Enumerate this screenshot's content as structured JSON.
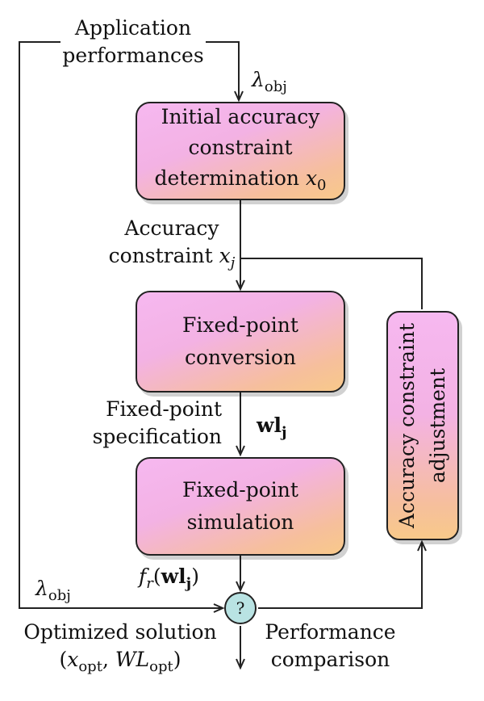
{
  "top_label": {
    "line1": "Application",
    "line2": "performances"
  },
  "lambda_obj": {
    "symbol": "λ",
    "sub": "obj"
  },
  "box_initial": {
    "line1": "Initial accuracy",
    "line2": "constraint",
    "line3": "determination",
    "var": "x",
    "var_sub": "0"
  },
  "label_constraint": {
    "line1": "Accuracy",
    "line2": "constraint",
    "var": "x",
    "var_sub": "j"
  },
  "box_conversion": {
    "line1": "Fixed-point",
    "line2": "conversion"
  },
  "label_spec": {
    "line1": "Fixed-point",
    "line2": "specification"
  },
  "wl": {
    "text": "wl",
    "sub": "j"
  },
  "box_simulation": {
    "line1": "Fixed-point",
    "line2": "simulation"
  },
  "fr": {
    "f": "f",
    "f_sub": "r",
    "open": "(",
    "wl": "wl",
    "wl_sub": "j",
    "close": ")"
  },
  "box_adjust": {
    "line1": "Accuracy constraint",
    "line2": "adjustment"
  },
  "decision": {
    "symbol": "?"
  },
  "optimized": {
    "line1": "Optimized solution",
    "open": "(",
    "x": "x",
    "x_sub": "opt",
    "comma": ",",
    "WL": "WL",
    "WL_sub": "opt",
    "close": ")"
  },
  "performance": {
    "line1": "Performance",
    "line2": "comparison"
  },
  "colors": {
    "box_top": "#f6b8f0",
    "box_bottom": "#f8c98a",
    "decision_fill": "#b9e3e3",
    "line": "#222222"
  }
}
